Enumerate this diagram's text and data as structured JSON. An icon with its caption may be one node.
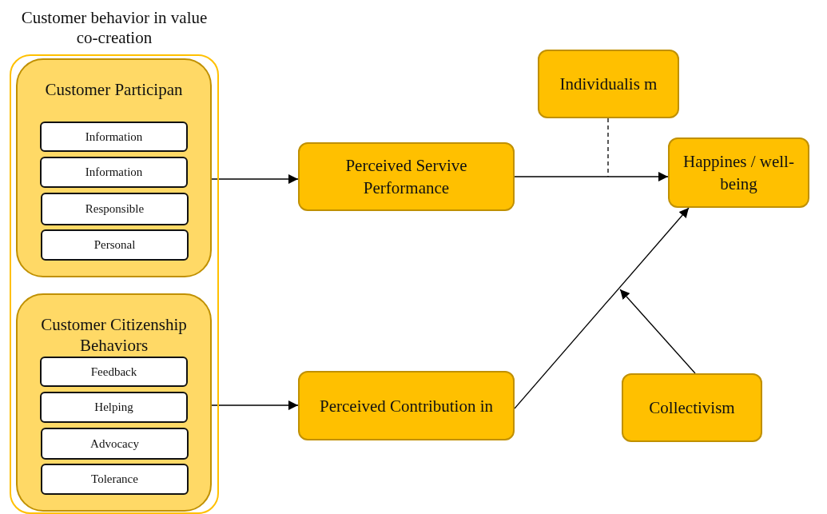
{
  "diagram": {
    "nodes": [
      {
        "text": [
          "Customer behavior in value co-creation"
        ]
      },
      {
        "text": [
          "Customer Participan"
        ],
        "in": 0
      },
      {
        "text": [
          "Information"
        ],
        "in": 1
      },
      {
        "text": [
          "Information"
        ],
        "in": 1
      },
      {
        "text": [
          "Responsible"
        ],
        "in": 1
      },
      {
        "text": [
          "Personal"
        ],
        "in": 1
      },
      {
        "text": [
          "Customer Citizenship Behaviors"
        ],
        "in": 0
      },
      {
        "text": [
          "Feedback"
        ],
        "in": 6
      },
      {
        "text": [
          "Helping"
        ],
        "in": 6
      },
      {
        "text": [
          "Advocacy"
        ],
        "in": 6
      },
      {
        "text": [
          "Tolerance"
        ],
        "in": 6
      },
      {
        "text": [
          "Perceived Servive Performance"
        ]
      },
      {
        "text": [
          "Perceived Contribution in"
        ]
      },
      {
        "text": [
          "Individualis m"
        ]
      },
      {
        "text": [
          "Happines / well-being"
        ]
      },
      {
        "text": [
          "Collectivism"
        ]
      }
    ],
    "edges": [
      {
        "from": 1,
        "to": 11,
        "arrow": "to"
      },
      {
        "from": 6,
        "to": 12,
        "arrow": "to"
      },
      {
        "from": 11,
        "to": 14,
        "arrow": "to"
      },
      {
        "from": 13,
        "to": null,
        "arrow": "none",
        "style": "dashed"
      },
      {
        "from": 12,
        "to": 14,
        "arrow": "to"
      },
      {
        "from": 15,
        "to": null,
        "arrow": "to"
      }
    ]
  }
}
